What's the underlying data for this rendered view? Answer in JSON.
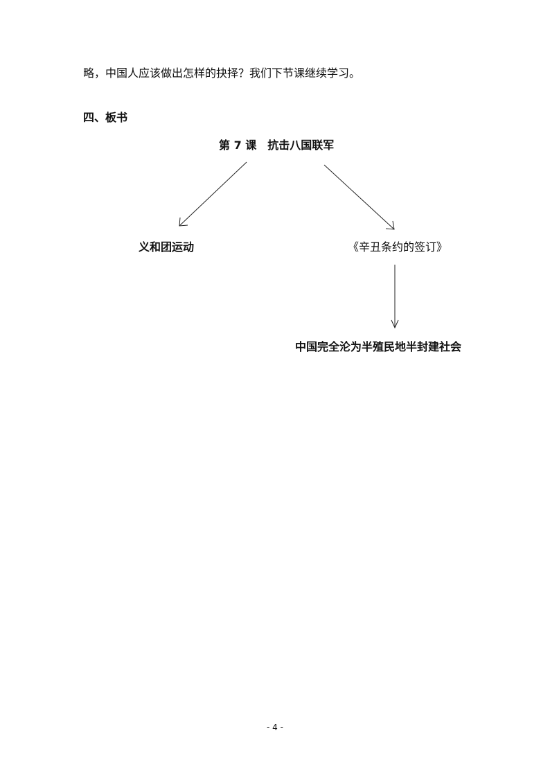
{
  "document": {
    "paragraph_text": "略，中国人应该做出怎样的抉择？我们下节课继续学习。",
    "section_heading": "四、板书",
    "board": {
      "title": "第 7 课　抗击八国联军",
      "left_node": "义和团运动",
      "right_node": "《辛丑条约的签订》",
      "bottom_node": "中国完全沦为半殖民地半封建社会"
    },
    "page_number": "- 4 -"
  }
}
